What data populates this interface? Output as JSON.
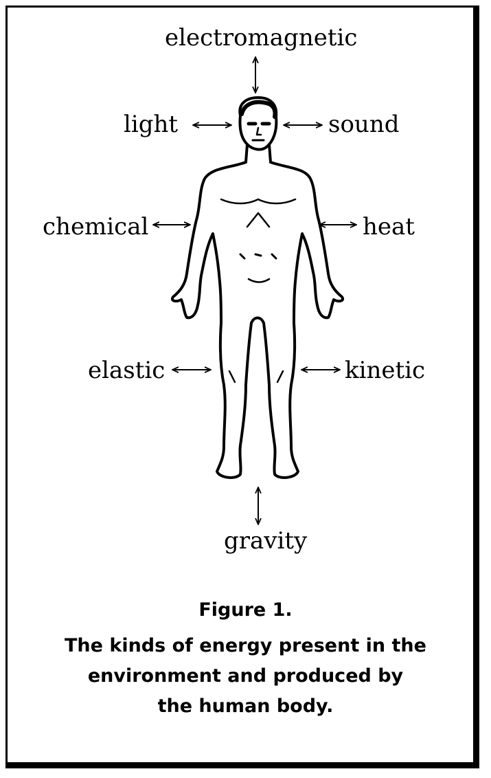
{
  "labels": {
    "electromagnetic": "electromagnetic",
    "light": "light",
    "sound": "sound",
    "chemical": "chemical",
    "heat": "heat",
    "elastic": "elastic",
    "kinetic": "kinetic",
    "gravity": "gravity"
  },
  "caption": {
    "figure": "Figure 1.",
    "line1": "The kinds of energy present in the",
    "line2": "environment and produced by",
    "line3": "the human body."
  },
  "icons": {
    "figure": "human-body-outline",
    "arrows": "double-headed-arrow"
  }
}
